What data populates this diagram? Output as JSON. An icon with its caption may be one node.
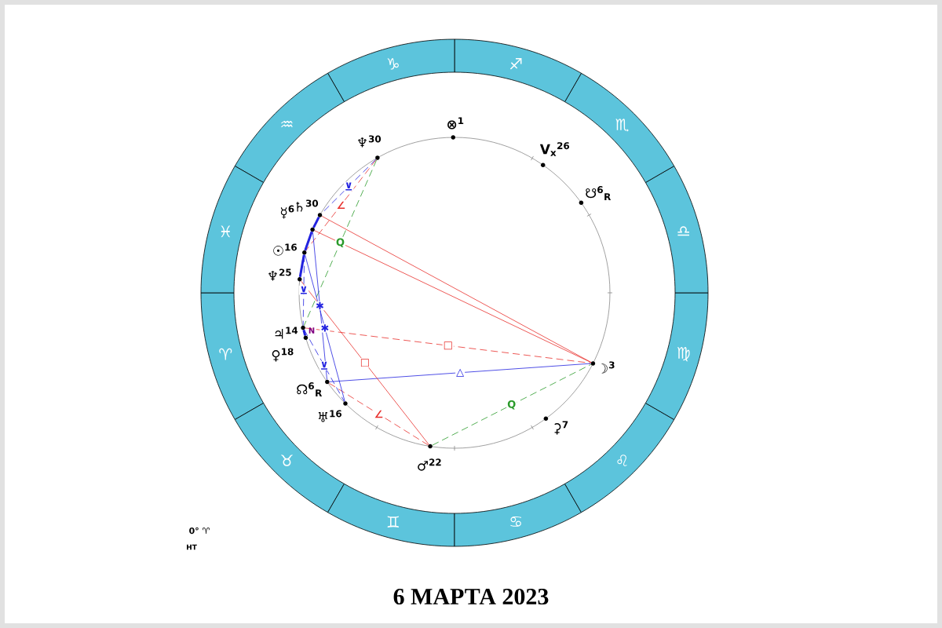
{
  "diagram": {
    "title": "6 МАРТА 2023",
    "nodes": [
      {
        "text": [
          "♈"
        ]
      },
      {
        "text": [
          "♉"
        ]
      },
      {
        "text": [
          "♊"
        ]
      },
      {
        "text": [
          "♋"
        ]
      },
      {
        "text": [
          "♌"
        ]
      },
      {
        "text": [
          "♍"
        ]
      },
      {
        "text": [
          "♎"
        ]
      },
      {
        "text": [
          "♏"
        ]
      },
      {
        "text": [
          "♐"
        ]
      },
      {
        "text": [
          "♑"
        ]
      },
      {
        "text": [
          "♒"
        ]
      },
      {
        "text": [
          "♓"
        ]
      },
      {
        "text": [],
        "shape": "circle",
        "beside": [
          "♆$^{30}$"
        ]
      },
      {
        "text": [],
        "shape": "circle",
        "beside": [
          "⊗$^{1}$"
        ]
      },
      {
        "text": [],
        "shape": "circle",
        "beside": [
          "V$_{x}$$^{26}$"
        ]
      },
      {
        "text": [],
        "shape": "circle",
        "beside": [
          "☋$^{6}$$_{R}$"
        ]
      },
      {
        "text": [],
        "shape": "circle",
        "beside": [
          "♄$^{30}$"
        ]
      },
      {
        "text": [],
        "shape": "circle",
        "beside": [
          "☿$^{6}$"
        ]
      },
      {
        "text": [],
        "shape": "circle",
        "beside": [
          "☉$^{16}$"
        ]
      },
      {
        "text": [],
        "shape": "circle",
        "beside": [
          "♆$^{25}$"
        ]
      },
      {
        "text": [],
        "shape": "circle",
        "beside": [
          "♃$^{14}$"
        ]
      },
      {
        "text": [],
        "shape": "circle",
        "beside": [
          "♀$^{18}$"
        ]
      },
      {
        "text": [],
        "shape": "circle",
        "beside": [
          "☊$^{6}$$_{R}$"
        ]
      },
      {
        "text": [],
        "shape": "circle",
        "beside": [
          "♅$^{16}$"
        ]
      },
      {
        "text": [],
        "shape": "circle",
        "beside": [
          "♂$^{22}$"
        ]
      },
      {
        "text": [],
        "shape": "circle",
        "beside": [
          "⚳$^{7}$"
        ]
      },
      {
        "text": [],
        "shape": "circle",
        "beside": [
          "☽$^{3}$"
        ]
      }
    ],
    "edges": [
      {
        "from": 16,
        "to": 26,
        "arrow": "none",
        "color": "#e8302c"
      },
      {
        "from": 17,
        "to": 26,
        "arrow": "none",
        "color": "#e8302c"
      },
      {
        "from": 12,
        "to": 20,
        "arrow": "none",
        "label": "Q",
        "style": "dashed",
        "color": "#2a9a2a"
      },
      {
        "from": 12,
        "to": 18,
        "arrow": "none",
        "label": "∠",
        "style": "dashed",
        "color": "#e8302c"
      },
      {
        "from": 12,
        "to": 16,
        "arrow": "none",
        "label": "⊻",
        "style": "dashed",
        "color": "#2323e0"
      },
      {
        "from": 20,
        "to": 26,
        "arrow": "none",
        "label": "□",
        "style": "dashed",
        "color": "#e8302c"
      },
      {
        "from": 22,
        "to": 26,
        "arrow": "none",
        "label": "△",
        "color": "#2323e0"
      },
      {
        "from": 24,
        "to": 26,
        "arrow": "none",
        "label": "Q",
        "style": "dashed",
        "color": "#2a9a2a"
      },
      {
        "from": 19,
        "to": 24,
        "arrow": "none",
        "label": "□",
        "color": "#e8302c"
      },
      {
        "from": 22,
        "to": 24,
        "arrow": "none",
        "label": "∠",
        "style": "dashed",
        "color": "#e8302c"
      },
      {
        "from": 17,
        "to": 22,
        "arrow": "none",
        "label": "✱",
        "color": "#2323e0"
      },
      {
        "from": 18,
        "to": 23,
        "arrow": "none",
        "label": "✱",
        "color": "#2323e0"
      },
      {
        "from": 20,
        "to": 23,
        "arrow": "none",
        "label": "⊻",
        "style": "dashed",
        "color": "#2323e0"
      },
      {
        "from": 18,
        "to": 20,
        "arrow": "none",
        "label": "⊻",
        "style": "dashed",
        "color": "#2323e0"
      },
      {
        "from": 16,
        "to": 17,
        "arrow": "none",
        "style": "thick",
        "color": "#2323e0"
      },
      {
        "from": 17,
        "to": 18,
        "arrow": "none",
        "style": "thick",
        "color": "#2323e0"
      },
      {
        "from": 18,
        "to": 19,
        "arrow": "none",
        "style": "thick",
        "color": "#2323e0"
      },
      {
        "from": 20,
        "to": 21,
        "arrow": "none",
        "style": "thick",
        "color": "#2323e0"
      }
    ],
    "labels": [
      "N",
      "0° ♈",
      "HT"
    ]
  }
}
